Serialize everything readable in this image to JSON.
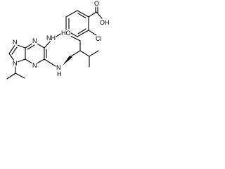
{
  "structure": {
    "labels": {
      "carboxyl_O": "O",
      "carboxyl_OH": "OH",
      "chlorine": "Cl",
      "anilino_NH": "NH",
      "purine_N1": "N",
      "purine_N3": "N",
      "purine_N7": "N",
      "purine_N9": "N",
      "amino_NH": "N",
      "amino_H": "H",
      "hydroxyl": "HO"
    }
  }
}
